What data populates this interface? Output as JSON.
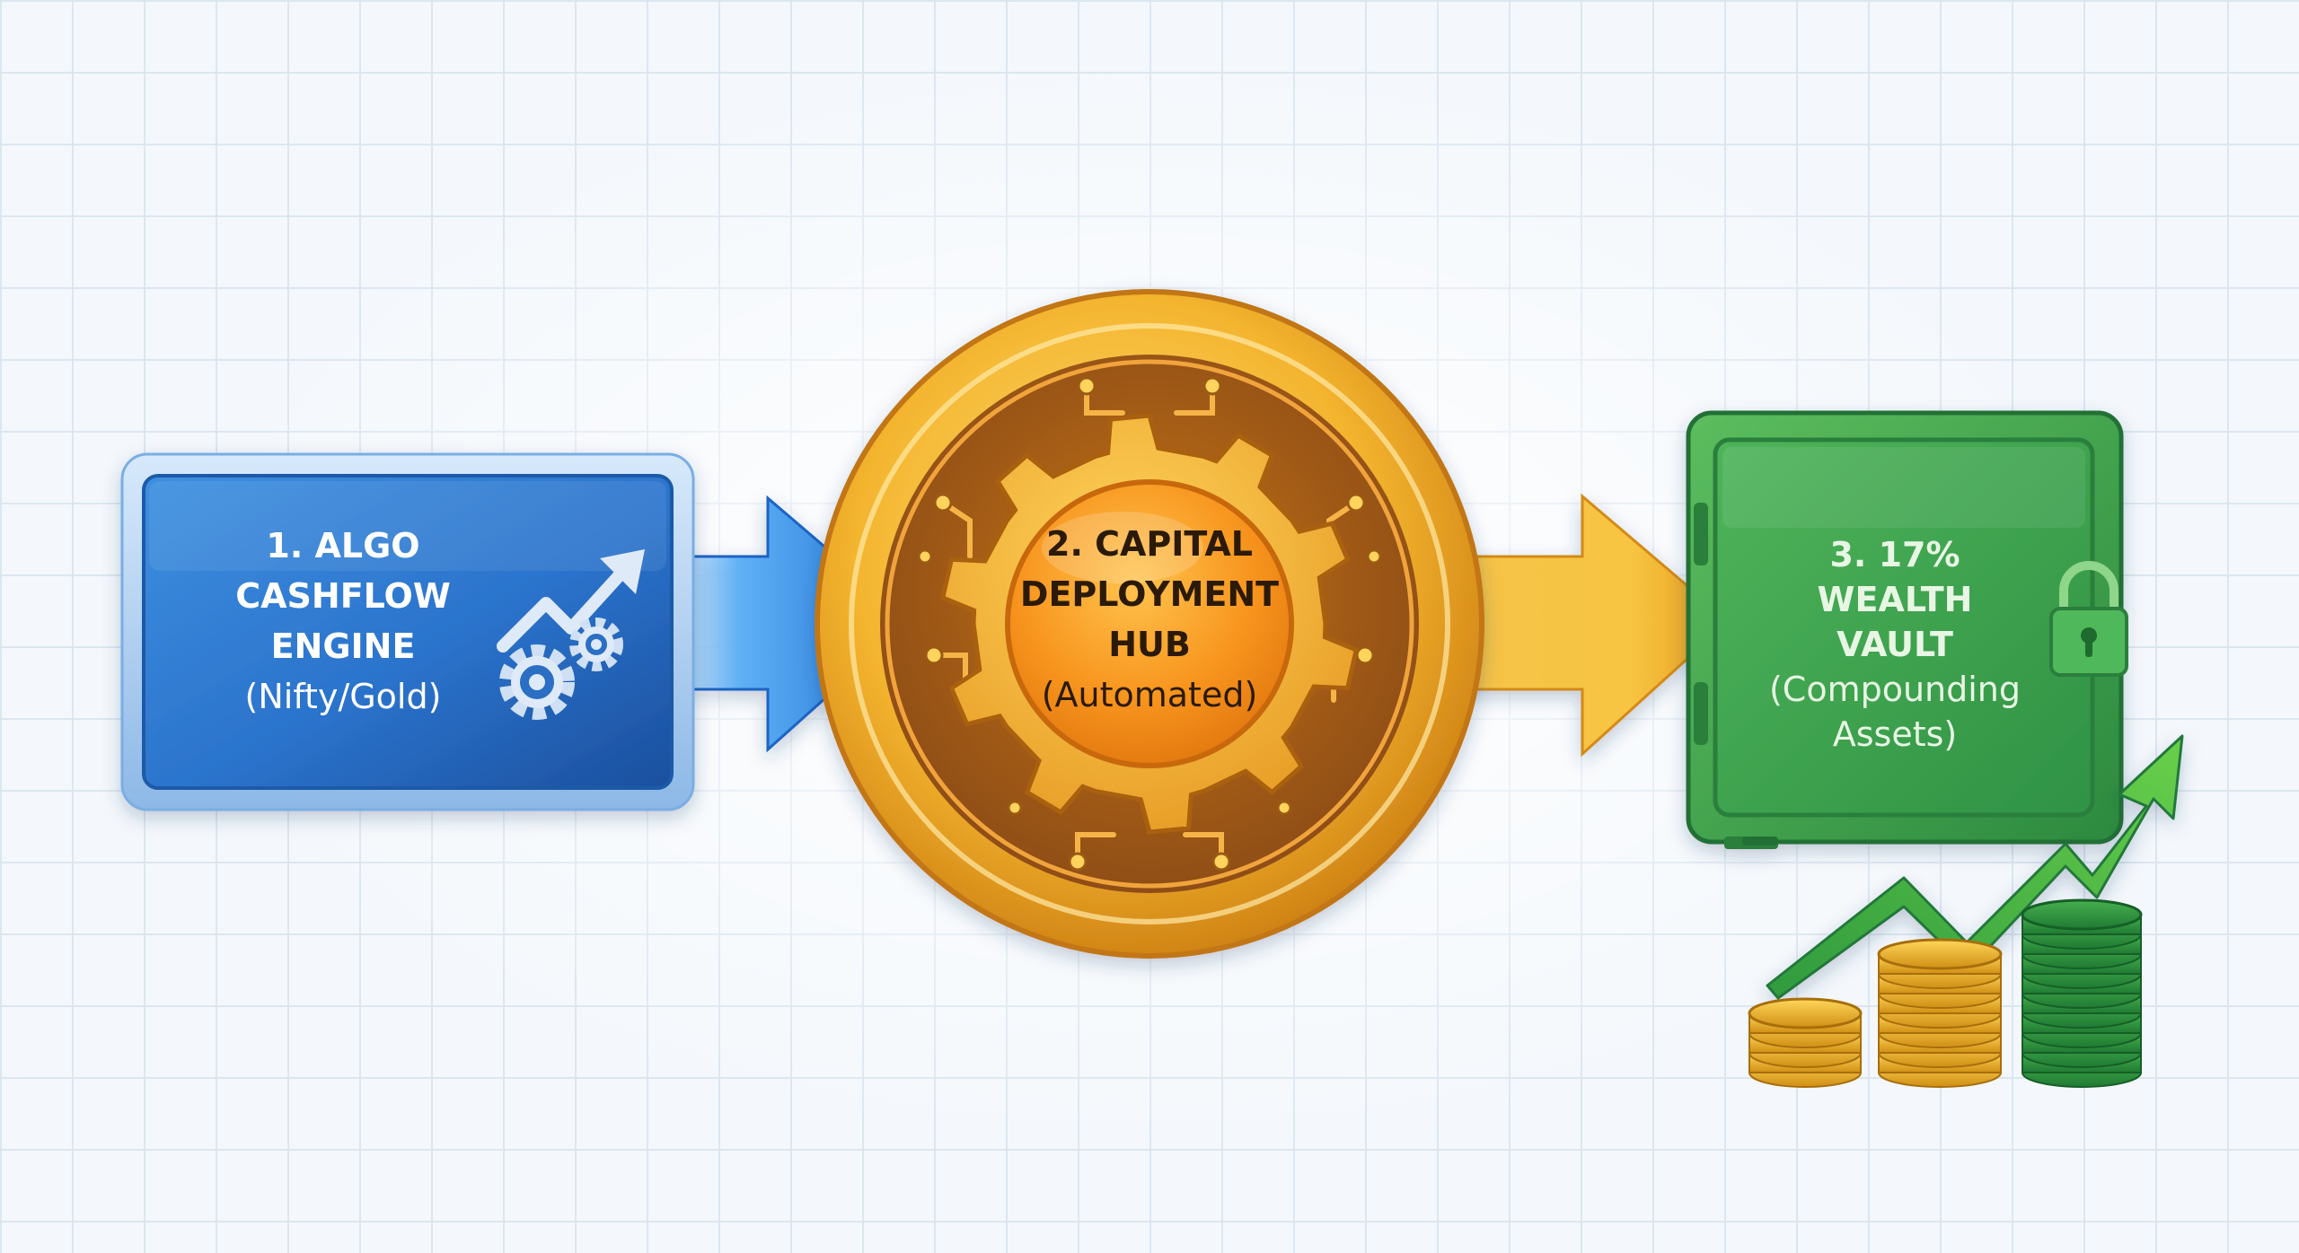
{
  "steps": [
    {
      "lines": [
        "1. ALGO",
        "CASHFLOW",
        "ENGINE",
        "(Nifty/Gold)"
      ],
      "icon": "chart-gears-icon",
      "color": "#2166c8"
    },
    {
      "lines": [
        "2. CAPITAL",
        "DEPLOYMENT",
        "HUB",
        "(Automated)"
      ],
      "icon": "gear-icon",
      "color": "#f39a1e"
    },
    {
      "lines": [
        "3. 17%",
        "WEALTH",
        "VAULT",
        "(Compounding",
        "Assets)"
      ],
      "icon": "padlock-icon",
      "color": "#2f9a4a"
    }
  ],
  "connectors": [
    {
      "from": 1,
      "to": 2,
      "color": "#2f8ae6",
      "icon": "arrow-right-icon"
    },
    {
      "from": 2,
      "to": 3,
      "color": "#f2b233",
      "icon": "arrow-right-icon"
    }
  ],
  "decorations": [
    "growth-arrow-icon",
    "gold-coin-stack-icon",
    "green-coin-stack-icon"
  ]
}
